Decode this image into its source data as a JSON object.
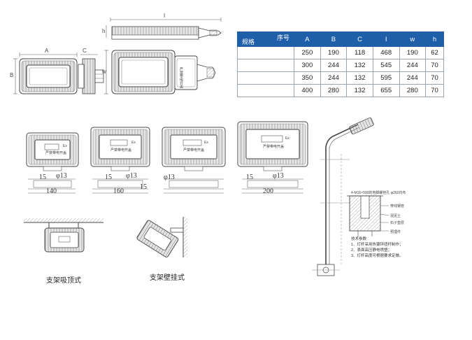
{
  "table": {
    "corner_top": "序号",
    "corner_bottom": "规格",
    "headers": [
      "A",
      "B",
      "C",
      "I",
      "w",
      "h"
    ],
    "rows": [
      [
        "250",
        "190",
        "118",
        "468",
        "190",
        "62"
      ],
      [
        "300",
        "244",
        "132",
        "545",
        "244",
        "70"
      ],
      [
        "350",
        "244",
        "132",
        "595",
        "244",
        "70"
      ],
      [
        "400",
        "280",
        "132",
        "655",
        "280",
        "70"
      ]
    ]
  },
  "top_labels": {
    "a": "A",
    "b": "B",
    "c": "C",
    "l": "I",
    "h": "h",
    "w": "w"
  },
  "lamp_side_text": "严禁带电开盖",
  "mid_panels": [
    {
      "dim1": "15",
      "dim2": "φ13",
      "dim3": "140",
      "panel_text": "严禁带电开盖",
      "mark": "Ex"
    },
    {
      "dim1": "15",
      "dim2": "φ13",
      "dim3": "160",
      "panel_text": "严禁带电开盖",
      "mark": "Ex"
    },
    {
      "dim1": "15",
      "dim2": "φ13",
      "dim3": "200",
      "panel_text": "严禁带电开盖",
      "mark": "Ex"
    }
  ],
  "captions": {
    "ceiling": "支架吸顶式",
    "wall": "支架壁挂式"
  },
  "pole": {
    "top_note": "4-M16×500的地脚螺栓孔 φ260均布",
    "label_pipe": "穿线钢管",
    "label_concrete": "混泥土",
    "label_stone": "石子垫层",
    "label_embed": "预埋件",
    "notes_title": "技术参数:",
    "notes": [
      "1、灯杆采用热镀锌扭杆制作；",
      "2、表面高压静电喷塑；",
      "3、灯杆高度可根据要求定做。"
    ]
  }
}
